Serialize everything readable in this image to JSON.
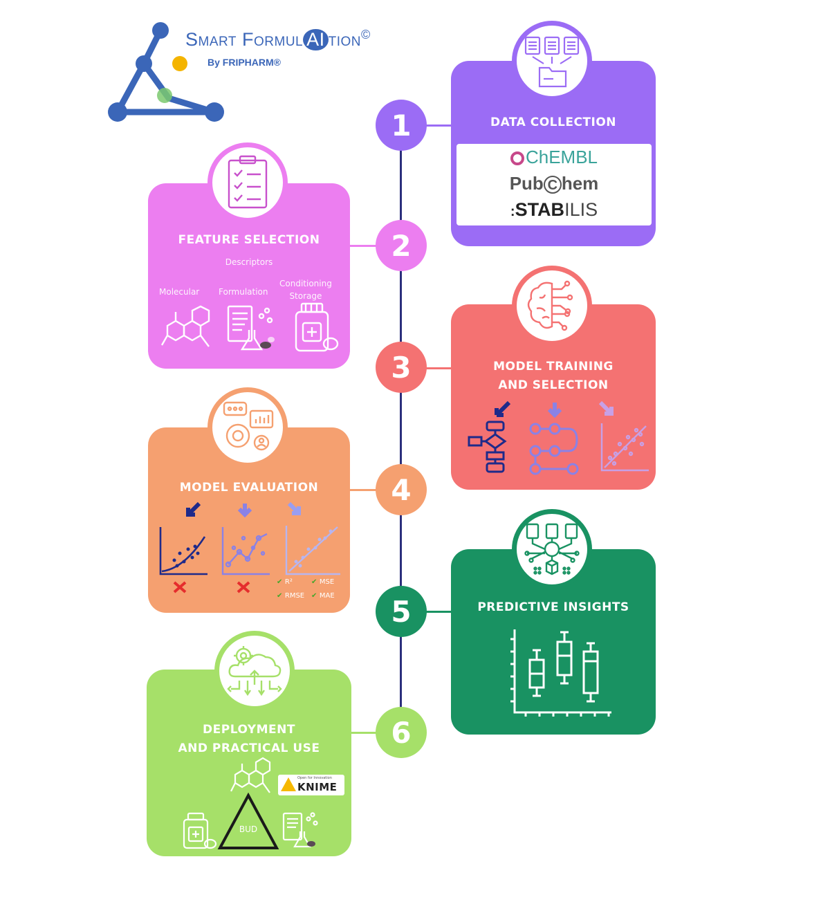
{
  "logo": {
    "title_pre": "Smart Formul",
    "title_ai": "AI",
    "title_post": "tion",
    "copyright": "©",
    "subtitle": "By FRIPHARM®"
  },
  "steps": [
    {
      "number": "1",
      "title": "DATA COLLECTION",
      "color": "#9b6cf5"
    },
    {
      "number": "2",
      "title": "FEATURE SELECTION",
      "color": "#ec7ef0"
    },
    {
      "number": "3",
      "title": "MODEL TRAINING AND SELECTION",
      "color": "#f47272"
    },
    {
      "number": "4",
      "title": "MODEL EVALUATION",
      "color": "#f5a070"
    },
    {
      "number": "5",
      "title": "PREDICTIVE INSIGHTS",
      "color": "#199262"
    },
    {
      "number": "6",
      "title": "DEPLOYMENT AND PRACTICAL USE",
      "color": "#a6e069"
    }
  ],
  "data_collection": {
    "sources": [
      "ChEMBL",
      "PubChem",
      "STABILIS"
    ],
    "chembl": "ChEMBL",
    "pubchem_pre": "Pub",
    "pubchem_c": "C",
    "pubchem_post": "hem",
    "stabilis_bold": "STAB",
    "stabilis_light": "ILIS"
  },
  "feature_selection": {
    "descriptors": "Descriptors",
    "categories": [
      "Molecular",
      "Formulation",
      "Conditioning Storage"
    ],
    "molecular": "Molecular",
    "formulation": "Formulation",
    "conditioning_line1": "Conditioning",
    "conditioning_line2": "Storage"
  },
  "model_training": {
    "title_line1": "MODEL TRAINING",
    "title_line2": "AND SELECTION"
  },
  "model_evaluation": {
    "metrics": [
      "R²",
      "MSE",
      "RMSE",
      "MAE"
    ]
  },
  "deployment": {
    "title_line1": "DEPLOYMENT",
    "title_line2": "AND PRACTICAL USE",
    "knime_tag": "Open for Innovation",
    "knime": "KNIME",
    "bud": "BUD"
  },
  "colors": {
    "timeline": "#2b2f7c",
    "logo_blue": "#3b66b8",
    "logo_yellow": "#f4b400",
    "logo_green": "#7bc96f",
    "chembl": "#3aa39a",
    "pubchem": "#555555",
    "check": "#44a62a",
    "cross": "#e52d2d",
    "dark_arrow": "#1e2a8a",
    "light_arrow": "#8a82e6"
  }
}
